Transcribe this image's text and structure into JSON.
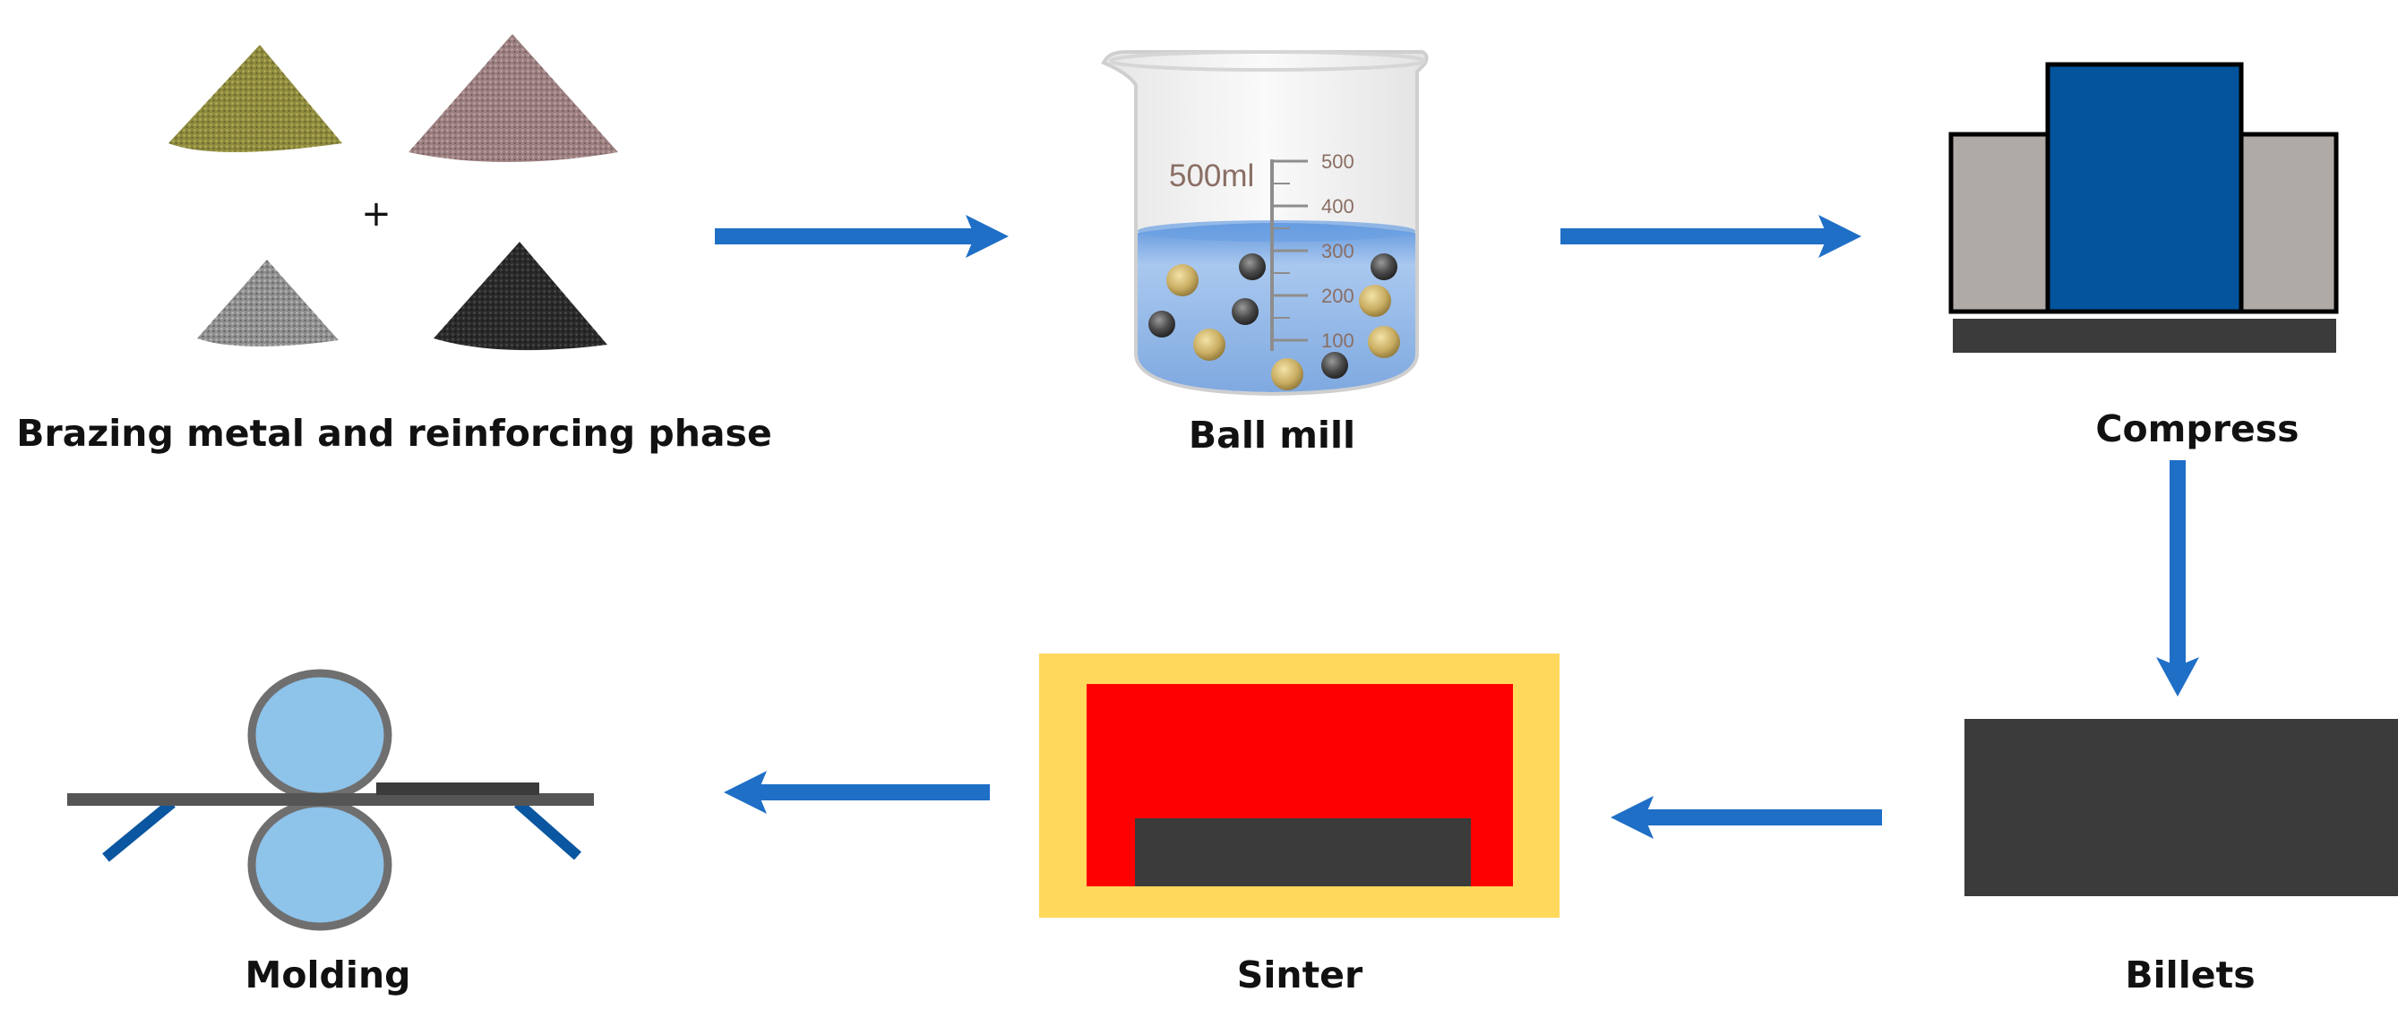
{
  "steps": {
    "powders": {
      "label": "Brazing metal and reinforcing phase",
      "plus_sign": "+"
    },
    "ball_mill": {
      "label": "Ball mill",
      "beaker_volume": "500ml",
      "scale_ticks": [
        "500",
        "400",
        "300",
        "200",
        "100"
      ]
    },
    "compress": {
      "label": "Compress"
    },
    "billets": {
      "label": "Billets"
    },
    "sinter": {
      "label": "Sinter"
    },
    "molding": {
      "label": "Molding"
    }
  },
  "colors": {
    "arrow": "#1f6fc6",
    "press_ram": "#03539d",
    "press_side": "#b0aaa6",
    "billet": "#3b3b3b",
    "furnace_outer": "#ffd85c",
    "furnace_inner": "#ff0000",
    "liquid": "#8fb8ea",
    "roller": "#8ec3ea",
    "roller_rim": "#6f6f6f",
    "guide": "#0a56a0",
    "tick_text": "#8a6e64"
  }
}
